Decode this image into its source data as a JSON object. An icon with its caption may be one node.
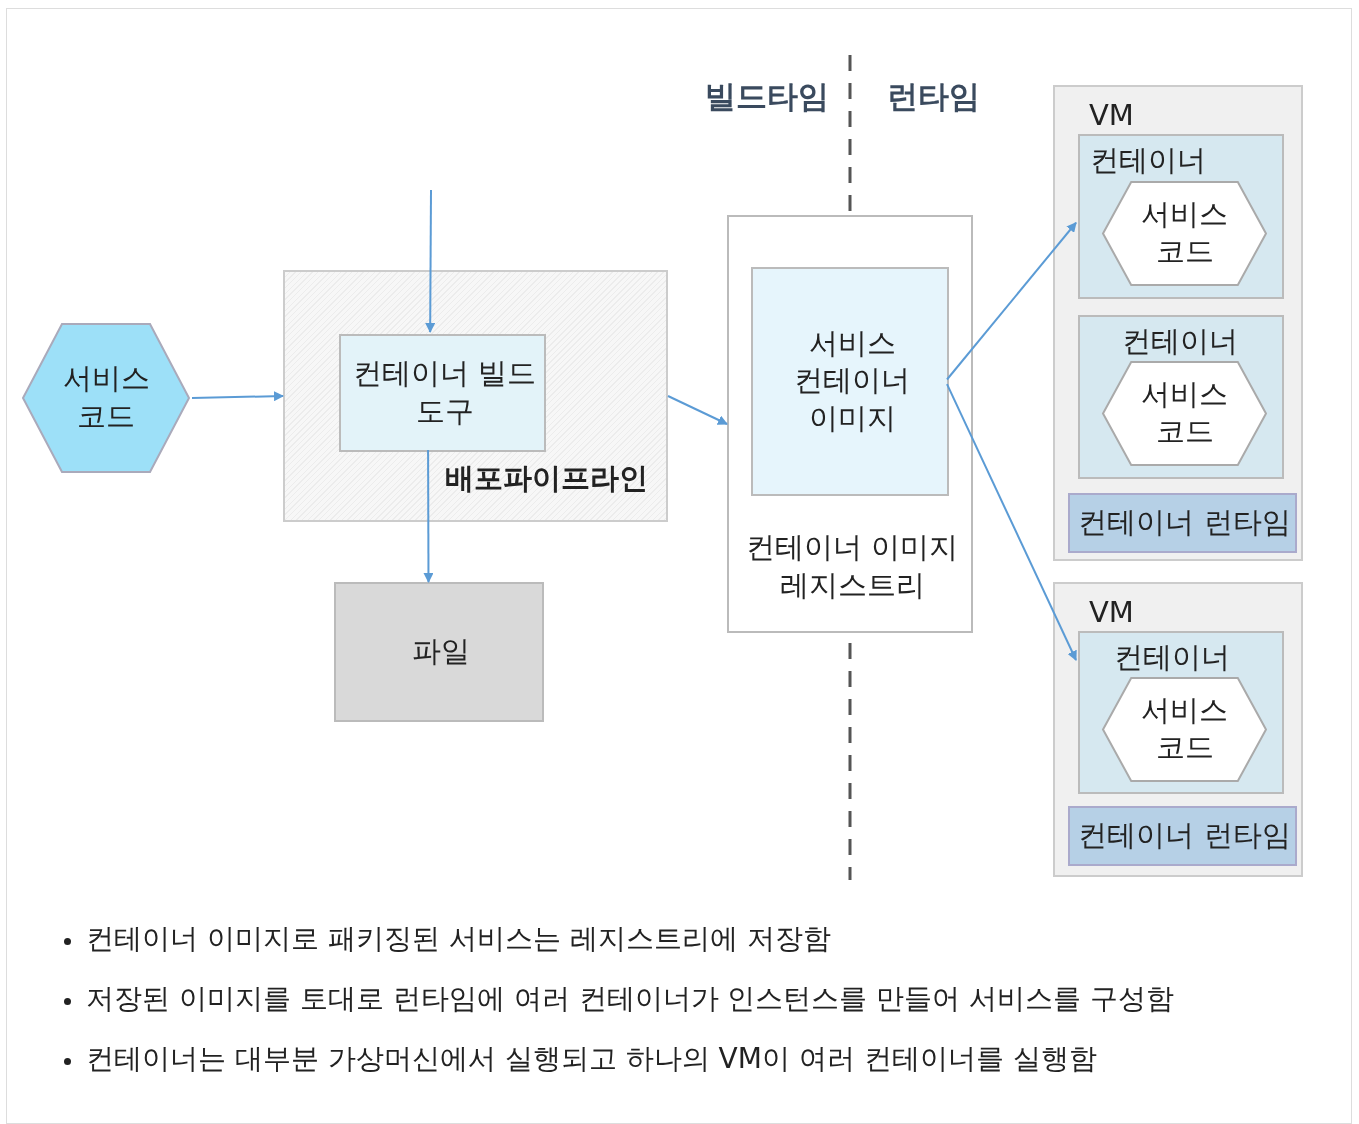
{
  "diagram": {
    "nodes": [
      {
        "text": [
          "서비스 코드"
        ]
      },
      {
        "text": [
          "배포파이프라인"
        ]
      },
      {
        "text": [
          "컨테이너 빌드 도구"
        ],
        "in": 1
      },
      {
        "text": [
          "파일"
        ]
      },
      {
        "text": [
          "컨테이너 이미지 레지스트리"
        ]
      },
      {
        "text": [
          "서비스 컨테이너 이미지"
        ],
        "in": 4
      },
      {
        "text": [
          "VM"
        ]
      },
      {
        "text": [
          "컨테이너"
        ],
        "in": 6
      },
      {
        "text": [
          "서비스 코드"
        ],
        "in": 7
      },
      {
        "text": [
          "컨테이너"
        ],
        "in": 6
      },
      {
        "text": [
          "서비스 코드"
        ],
        "in": 9
      },
      {
        "text": [
          "컨테이너 런타임"
        ],
        "in": 6
      },
      {
        "text": [
          "VM"
        ]
      },
      {
        "text": [
          "컨테이너"
        ],
        "in": 12
      },
      {
        "text": [
          "서비스 코드"
        ],
        "in": 13
      },
      {
        "text": [
          "컨테이너 런타임"
        ],
        "in": 12
      }
    ],
    "edges": [
      {
        "from": 0,
        "to": 1,
        "arrow": "to"
      },
      {
        "from": null,
        "to": 2,
        "arrow": "to"
      },
      {
        "from": 2,
        "to": 3,
        "arrow": "to"
      },
      {
        "from": 1,
        "to": 4,
        "arrow": "to"
      },
      {
        "from": 5,
        "to": 7,
        "arrow": "to"
      },
      {
        "from": 5,
        "to": 13,
        "arrow": "to"
      }
    ],
    "labels": [
      "빌드타임",
      "런타임",
      "컨테이너 이미지로 패키징된 서비스는 레지스트리에 저장함",
      "저장된 이미지를 토대로 런타임에 여러 컨테이너가 인스턴스를 만들어 서비스를 구성함",
      "컨테이너는 대부분 가상머신에서 실행되고 하나의 VM이 여러 컨테이너를 실행함"
    ]
  }
}
